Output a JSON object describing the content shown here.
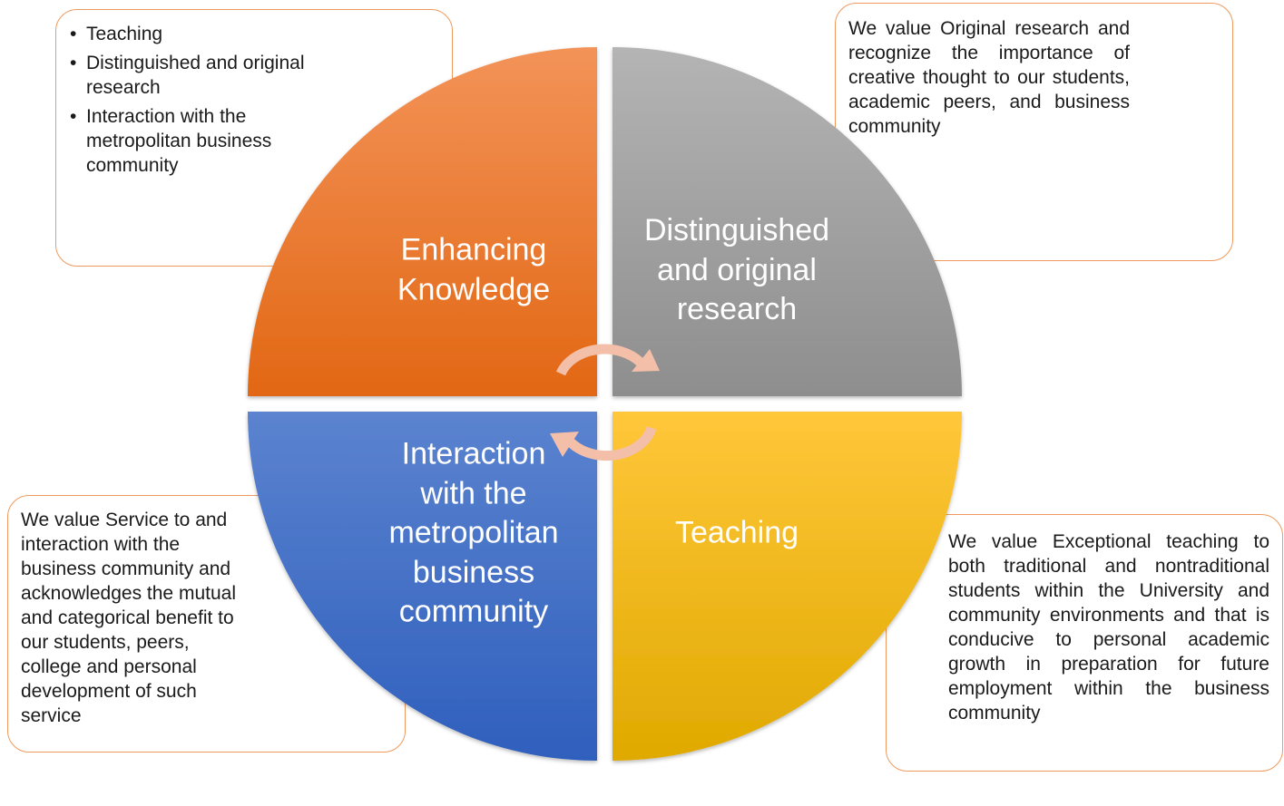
{
  "diagram": {
    "quadrants": {
      "top_left": {
        "label": "Enhancing\nKnowledge",
        "color_top": "#f39358",
        "color_bottom": "#e26714"
      },
      "top_right": {
        "label": "Distinguished\nand original\nresearch",
        "color_top": "#b4b4b4",
        "color_bottom": "#8e8e8e"
      },
      "bottom_left": {
        "label": "Interaction\nwith the\nmetropolitan\nbusiness\ncommunity",
        "color_top": "#5b83cf",
        "color_bottom": "#2f5fbd"
      },
      "bottom_right": {
        "label": "Teaching",
        "color_top": "#ffc73a",
        "color_bottom": "#e0a900"
      }
    },
    "arrow_color": "#f4bfa8",
    "box_border_color": "#ef9a5c"
  },
  "boxes": {
    "top_left": {
      "bullets": [
        "Teaching",
        "Distinguished and original research",
        "Interaction with the metropolitan business community"
      ]
    },
    "top_right": {
      "text": "We value Original research and recognize the importance of creative thought to our students, academic peers, and business community"
    },
    "bottom_left": {
      "text": "We value Service to and interaction with the business community and acknowledges the mutual and categorical benefit to our students, peers, college and personal development of such service"
    },
    "bottom_right": {
      "text": "We value Exceptional teaching to both traditional and nontraditional students within the University and community environments and that is conducive to personal academic growth in preparation for future employment within the business community"
    }
  }
}
